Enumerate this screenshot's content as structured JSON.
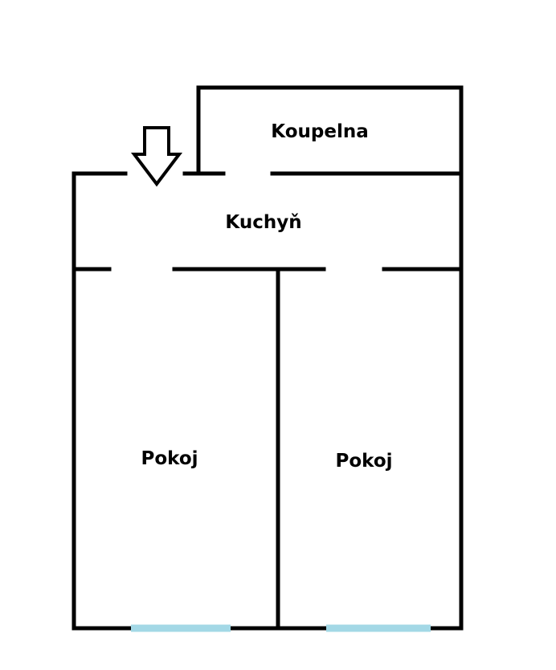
{
  "rooms": {
    "bathroom": "Koupelna",
    "kitchen": "Kuchyň",
    "room_left": "Pokoj",
    "room_right": "Pokoj"
  },
  "colors": {
    "wall": "#000000",
    "window": "#a3d8e6",
    "background": "#ffffff"
  },
  "icons": {
    "entrance": "entrance-arrow-icon"
  }
}
